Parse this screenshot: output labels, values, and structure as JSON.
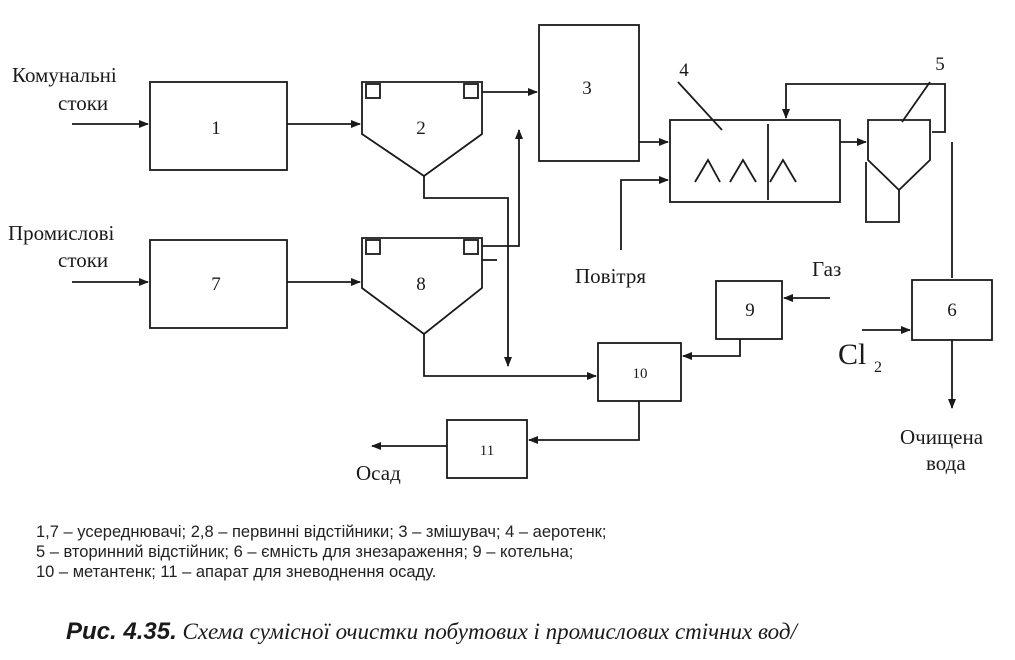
{
  "inputs": {
    "communal_line1": "Комунальні",
    "communal_line2": "стоки",
    "industrial_line1": "Промислові",
    "industrial_line2": "стоки",
    "air": "Повітря",
    "gas": "Газ",
    "chlorine": "Cl",
    "chlorine_sub": "2"
  },
  "outputs": {
    "sludge": "Осад",
    "clean_line1": "Очищена",
    "clean_line2": "вода"
  },
  "blocks": {
    "b1": "1",
    "b2": "2",
    "b3": "3",
    "b4": "4",
    "b5": "5",
    "b6": "6",
    "b7": "7",
    "b8": "8",
    "b9": "9",
    "b10": "10",
    "b11": "11"
  },
  "legend": {
    "line1": "1,7 – усереднювачі; 2,8 – первинні відстійники; 3 – змішувач; 4 – аеротенк;",
    "line2": "5 – вторинний відстійник; 6 – ємність для знезараження; 9 – котельна;",
    "line3": "10 – метантенк; 11 – апарат для зневоднення осаду."
  },
  "caption": {
    "label": "Рис. 4.35.",
    "text": "Схема сумісної очистки побутових і промислових стічних вод/"
  }
}
